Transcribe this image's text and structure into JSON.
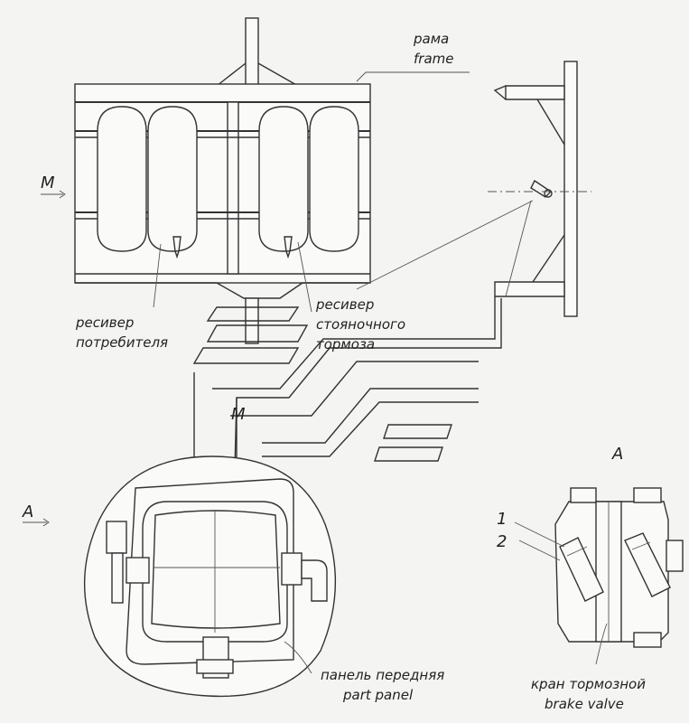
{
  "labels": {
    "frame_ru": "рама",
    "frame_en": "frame",
    "view_m_arrow": "M",
    "view_m_center": "M",
    "consumer_receiver_1": "ресивер",
    "consumer_receiver_2": "потребителя",
    "parking_receiver_1": "ресивер",
    "parking_receiver_2": "стояночного",
    "parking_receiver_3": "тормоза",
    "view_a_left": "A",
    "view_a_right": "A",
    "item_1": "1",
    "item_2": "2",
    "front_panel_ru": "панель передняя",
    "front_panel_en": "part panel",
    "brake_valve_ru": "кран тормозной",
    "brake_valve_en": "brake valve"
  }
}
